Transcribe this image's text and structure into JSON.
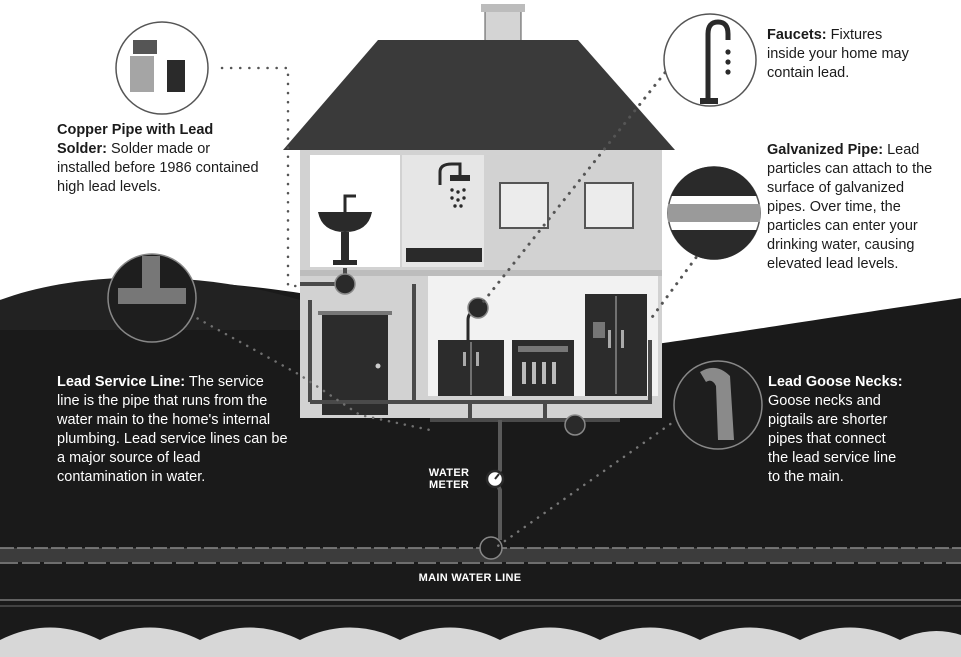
{
  "callouts": {
    "copper": {
      "title": "Copper Pipe with Lead Solder:",
      "body": "Solder made or installed before 1986 contained high lead levels."
    },
    "faucets": {
      "title": "Faucets:",
      "body": "Fixtures inside your home may contain lead."
    },
    "galvanized": {
      "title": "Galvanized Pipe:",
      "body": "Lead particles can attach to the surface of galvanized pipes. Over time, the particles can enter your drinking water, causing elevated lead levels."
    },
    "service_line": {
      "title": "Lead Service Line:",
      "body": "The service line is the pipe that runs from the water main to the home's internal plumbing. Lead service lines can be a major source of lead contamination in water."
    },
    "goose_necks": {
      "title": "Lead Goose Necks:",
      "body": "Goose necks and pigtails are shorter pipes that connect the lead service line to the main."
    }
  },
  "labels": {
    "water_meter_line1": "WATER",
    "water_meter_line2": "METER",
    "main_water_line": "MAIN WATER LINE"
  },
  "colors": {
    "ground": "#1a1a1a",
    "house": "#d2d2d2",
    "roof": "#3a3a3a",
    "pipe": "#4a4a4a",
    "paper": "#ffffff"
  },
  "icons": [
    "copper-solder-icon",
    "faucet-icon",
    "galvanized-pipe-icon",
    "service-line-icon",
    "goose-neck-icon",
    "sink-icon",
    "shower-icon",
    "dishwasher-icon",
    "refrigerator-icon",
    "water-meter-icon"
  ]
}
